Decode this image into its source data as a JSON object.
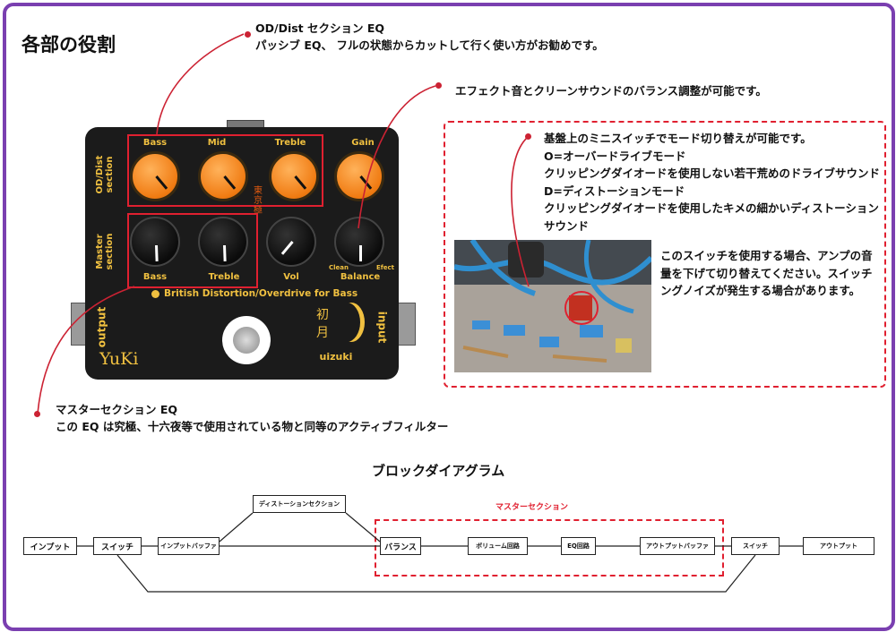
{
  "title": "各部の役割",
  "notes": {
    "od_eq_title": "OD/Dist セクション EQ",
    "od_eq_desc": "パッシブ EQ、 フルの状態からカットして行く使い方がお勧めです。",
    "balance_desc": "エフェクト音とクリーンサウンドのバランス調整が可能です。",
    "switch_lines": [
      "基盤上のミニスイッチでモード切り替えが可能です。",
      "O=オーバードライブモード",
      "クリッピングダイオードを使用しない若干荒めのドライブサウンド",
      "D=ディストーションモード",
      "クリッピングダイオードを使用したキメの細かいディストーション",
      "サウンド"
    ],
    "switch_warning_lines": [
      "このスイッチを使用する場合、アンプの音",
      "量を下げて切り替えてください。スイッチ",
      "ングノイズが発生する場合があります。"
    ],
    "master_eq_title": "マスターセクション EQ",
    "master_eq_desc": "この EQ は究極、十六夜等で使用されている物と同等のアクティブフィルター"
  },
  "pedal": {
    "top_labels": [
      "Bass",
      "Mid",
      "Treble",
      "Gain"
    ],
    "bottom_labels": [
      "Bass",
      "Treble",
      "Vol",
      "Balance"
    ],
    "balance_sub": [
      "Clean",
      "Efect"
    ],
    "section_od": "OD/Dist section",
    "section_master": "Master section",
    "kanji_vertical": "東京極",
    "tagline": "British Distortion/Overdrive for Bass",
    "output": "output",
    "input": "input",
    "brand": "YuKi",
    "moon_kanji": "初 月",
    "model": "uizuki"
  },
  "colors": {
    "accent": "#cc2233",
    "frame": "#7a3fb0",
    "knob_orange": "#f07b12",
    "pedal_text": "#f0c040"
  },
  "diagram": {
    "title": "ブロックダイアグラム",
    "master_label": "マスターセクション",
    "blocks": {
      "input": "インプット",
      "switch1": "スイッチ",
      "input_buffer": "インプットバッファ",
      "distortion": "ディストーションセクション",
      "balance": "バランス",
      "volume": "ボリューム回路",
      "eq": "EQ回路",
      "output_buffer": "アウトプットバッファ",
      "switch2": "スイッチ",
      "output": "アウトプット"
    }
  }
}
